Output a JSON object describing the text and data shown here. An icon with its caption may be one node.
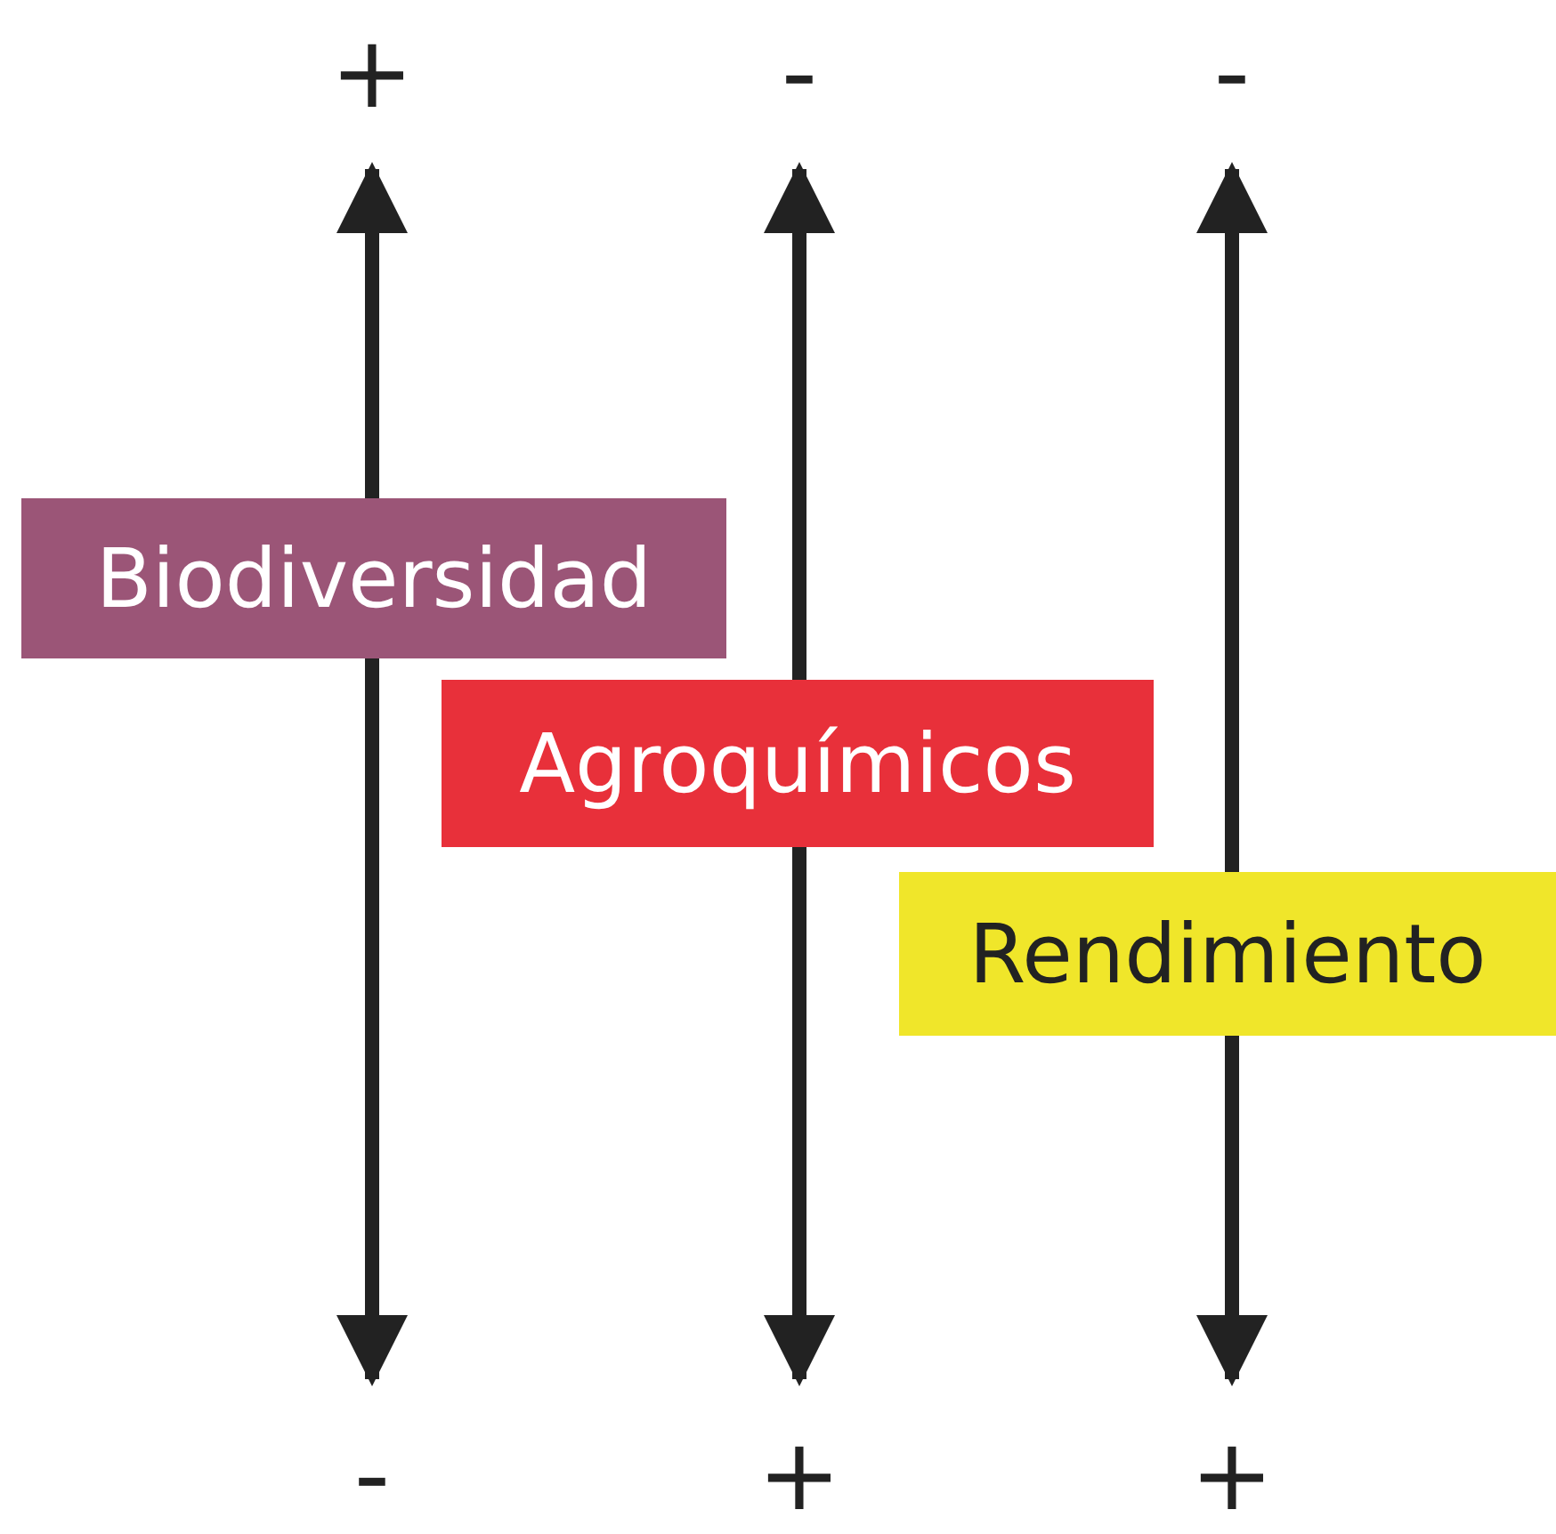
{
  "diagram": {
    "nodes": [
      {
        "text": [
          "Biodiversidad"
        ]
      },
      {
        "text": [
          "Agroquímicos"
        ]
      },
      {
        "text": [
          "Rendimiento"
        ]
      }
    ],
    "labels": [
      "+",
      "-",
      "-",
      "-",
      "+",
      "+"
    ]
  }
}
